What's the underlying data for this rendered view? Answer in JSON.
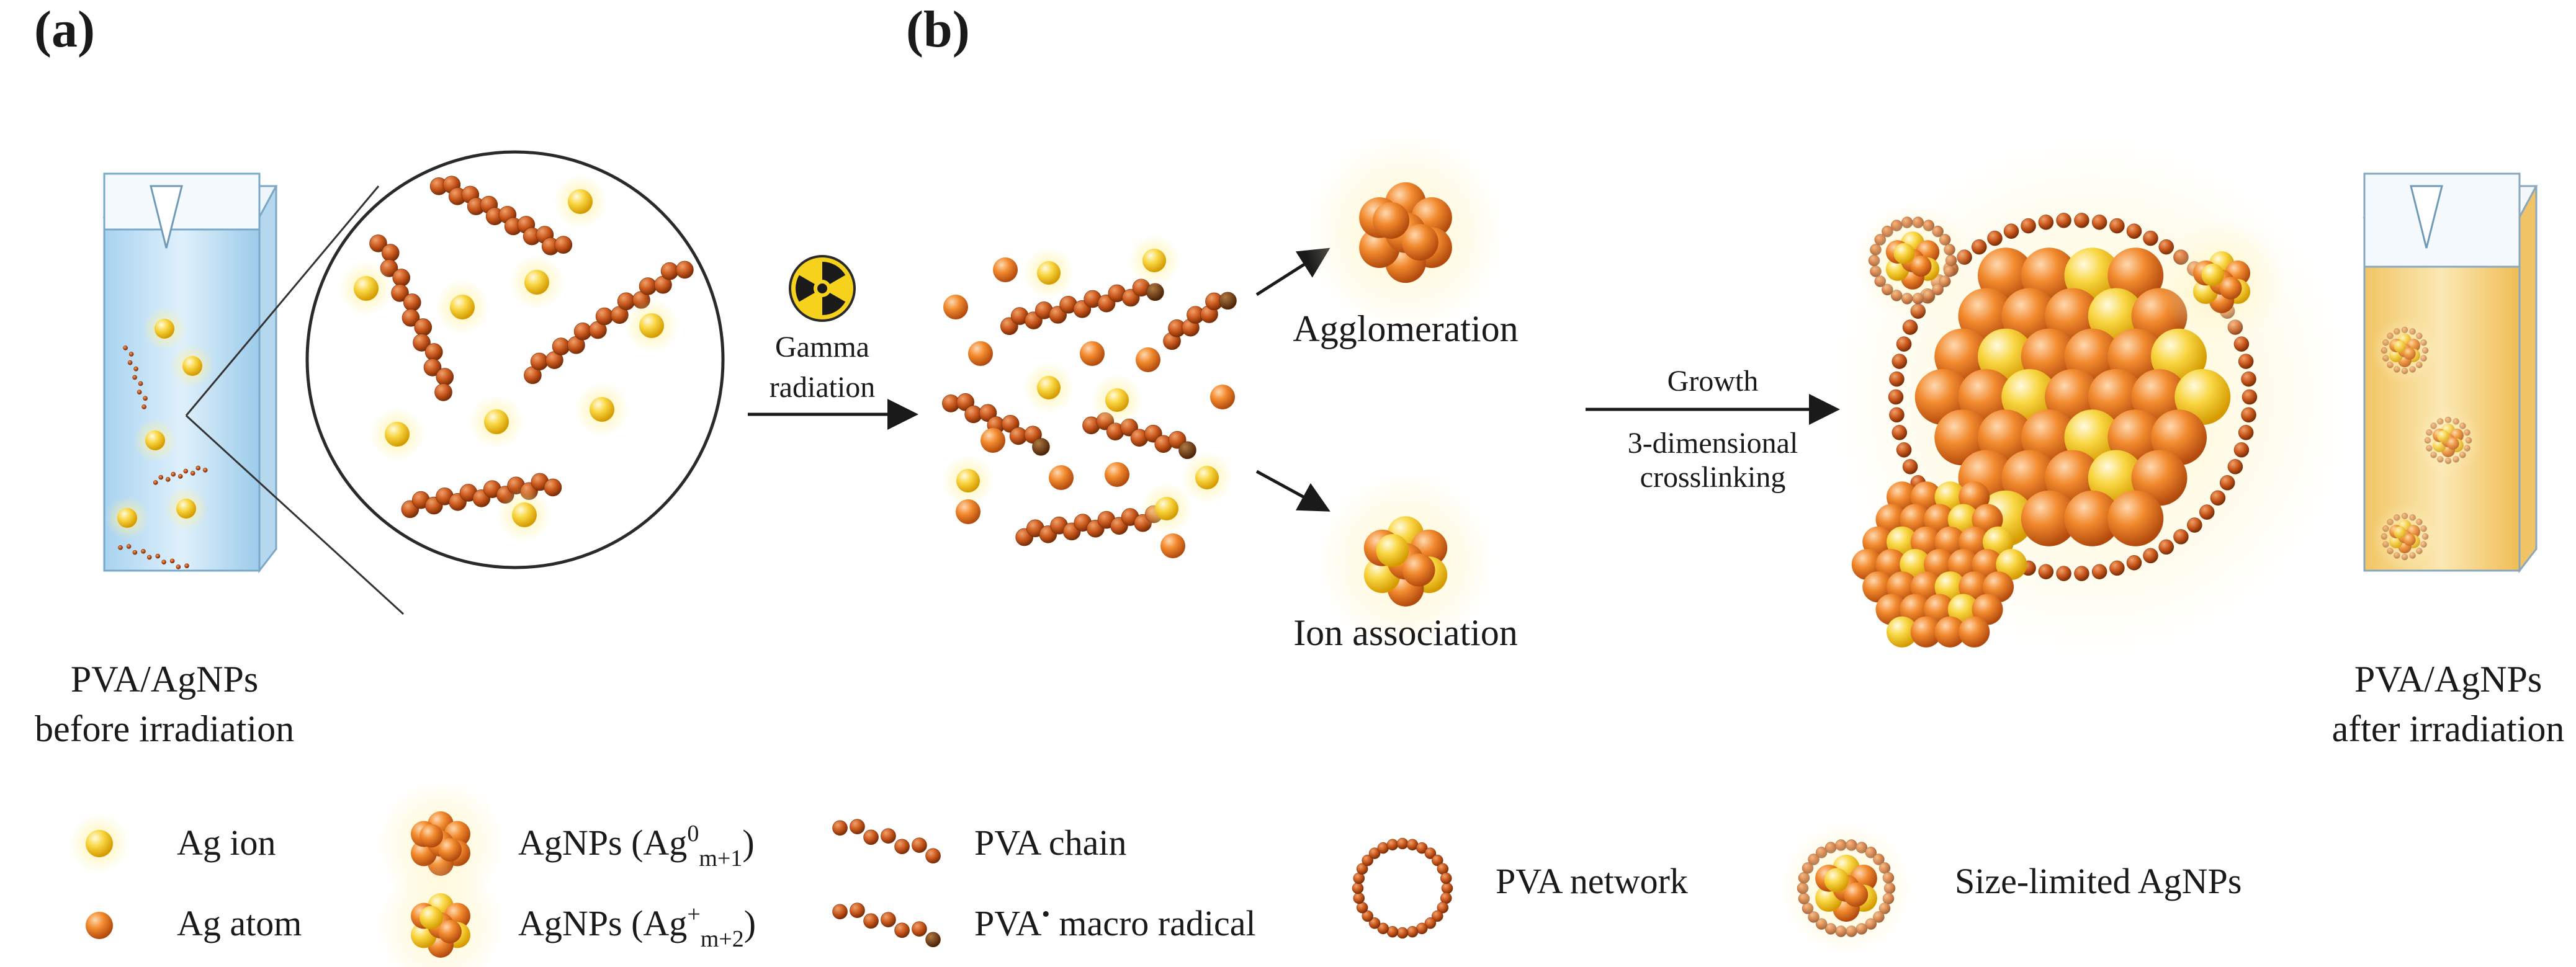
{
  "panels": {
    "a": "(a)",
    "b": "(b)"
  },
  "captions": {
    "before_line1": "PVA/AgNPs",
    "before_line2": "before irradiation",
    "after_line1": "PVA/AgNPs",
    "after_line2": "after irradiation"
  },
  "labels": {
    "gamma_line1": "Gamma",
    "gamma_line2": "radiation",
    "agglomeration": "Agglomeration",
    "ion_association": "Ion association",
    "growth": "Growth",
    "crosslinking_line1": "3-dimensional",
    "crosslinking_line2": "crosslinking"
  },
  "legend": {
    "ag_ion": "Ag ion",
    "ag_atom": "Ag atom",
    "agnps_m1_prefix": "AgNPs (Ag",
    "agnps_m1_sup": "0",
    "agnps_m1_sub": "m+1",
    "agnps_m1_suffix": ")",
    "agnps_m2_prefix": "AgNPs (Ag",
    "agnps_m2_sup": "+",
    "agnps_m2_sub": "m+2",
    "agnps_m2_suffix": ")",
    "pva_chain": "PVA chain",
    "pva_radical_prefix": "PVA",
    "pva_radical_sup": "•",
    "pva_radical_suffix": " macro radical",
    "pva_network": "PVA network",
    "size_limited": "Size-limited AgNPs"
  },
  "colors": {
    "ag_ion": "#f5c518",
    "ag_atom": "#ef7d22",
    "pva_chain": "#c9571c",
    "radical_end": "#6b3a12",
    "cuvette_blue": "#cfe6f7",
    "cuvette_yellow": "#f7d98a"
  },
  "icons": {
    "radiation": "radiation-hazard-icon"
  }
}
